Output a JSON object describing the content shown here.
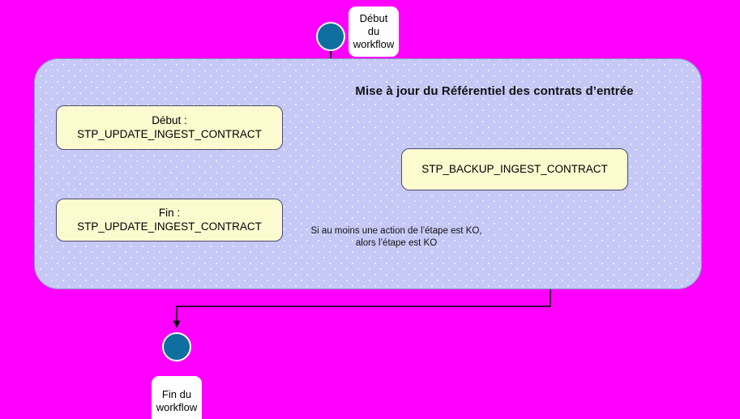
{
  "diagram": {
    "background_color": "#FF00FF",
    "container": {
      "title": "Mise à jour du Référentiel des contrats d’entrée",
      "fill_color": "#C6C8F6",
      "border_color": "#8D8FC9"
    },
    "start": {
      "node_name": "start-node",
      "label": "Début du\nworkflow",
      "color": "#0F6F9E"
    },
    "end": {
      "node_name": "end-node",
      "label": "Fin du\nworkflow",
      "color": "#0F6F9E"
    },
    "activities": [
      {
        "id": "activity-debut-update",
        "line1": "Début :",
        "line2": "STP_UPDATE_INGEST_CONTRACT",
        "fill_color": "#FCFBCF"
      },
      {
        "id": "activity-backup",
        "line1": "",
        "line2": "STP_BACKUP_INGEST_CONTRACT",
        "fill_color": "#FCFBCF"
      },
      {
        "id": "activity-fin-update",
        "line1": "Fin :",
        "line2": "STP_UPDATE_INGEST_CONTRACT",
        "fill_color": "#FCFBCF"
      }
    ],
    "decision": {
      "id": "decision-diamond",
      "label": "",
      "fill_color": "#7BA7CE",
      "border_color": "#4A4A6A"
    },
    "edge_labels": [
      {
        "id": "edge-label-ko",
        "text": "Si au moins une action de l’étape est KO,\nalors l’étape est KO"
      }
    ],
    "connector_color": "#000000"
  }
}
